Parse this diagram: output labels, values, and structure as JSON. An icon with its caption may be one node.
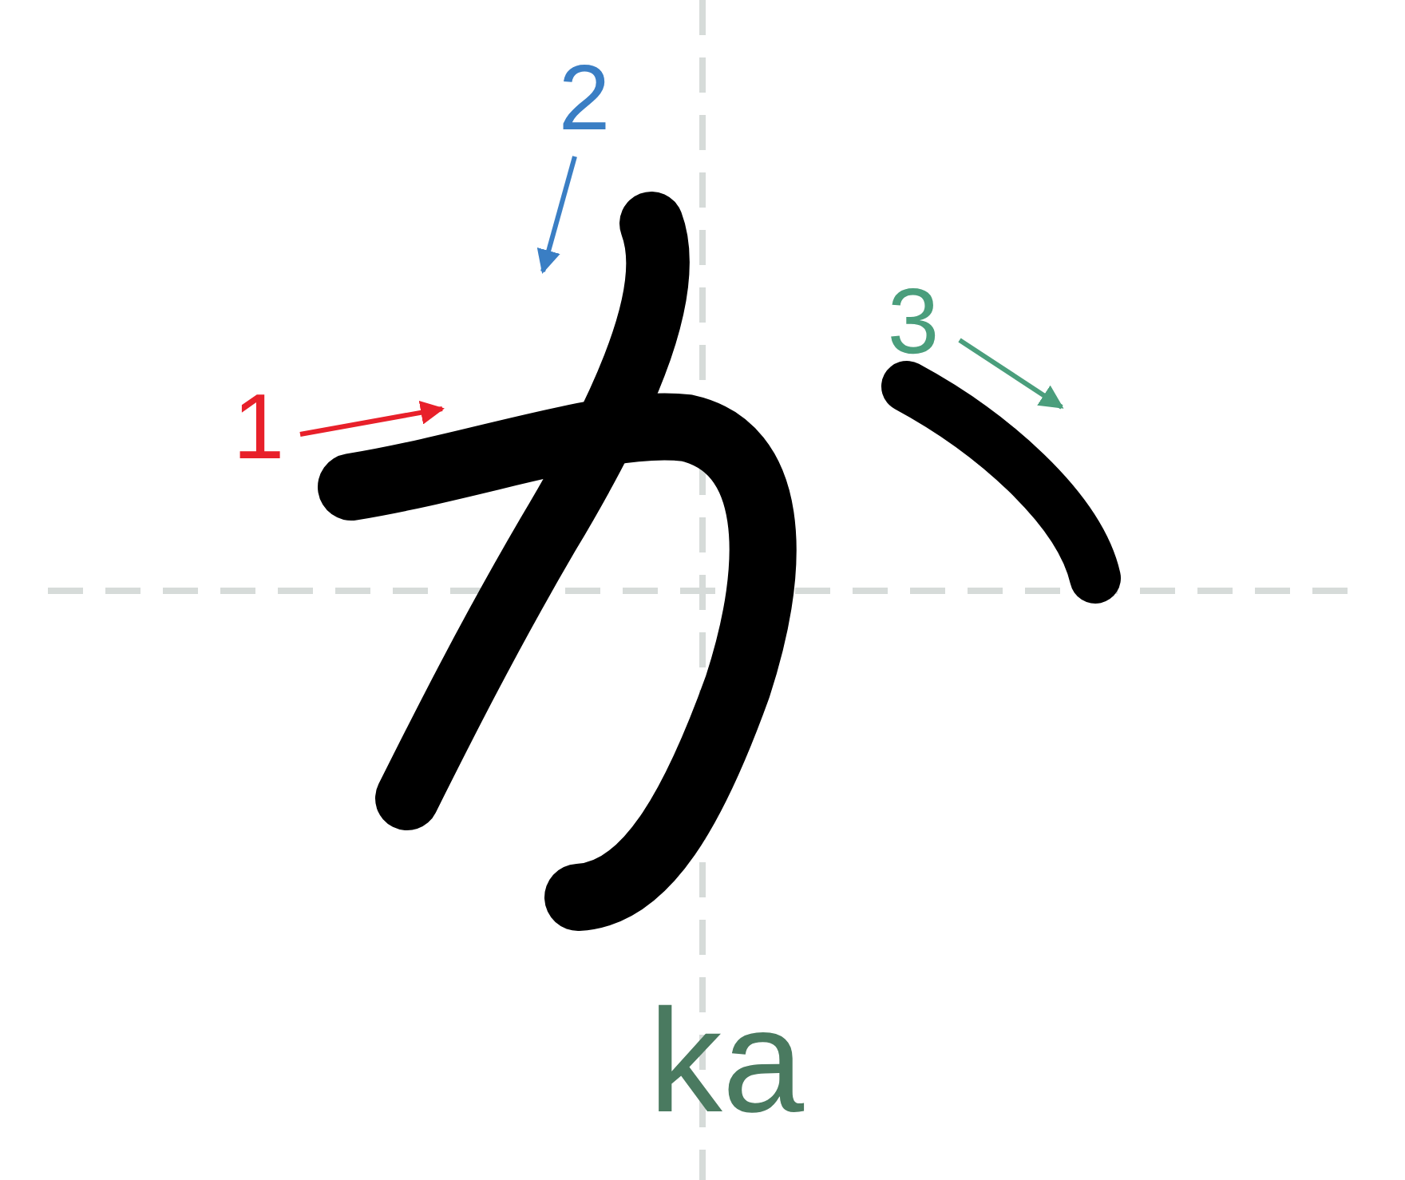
{
  "diagram": {
    "labels": [
      "2",
      "3",
      "1",
      "ka"
    ]
  }
}
